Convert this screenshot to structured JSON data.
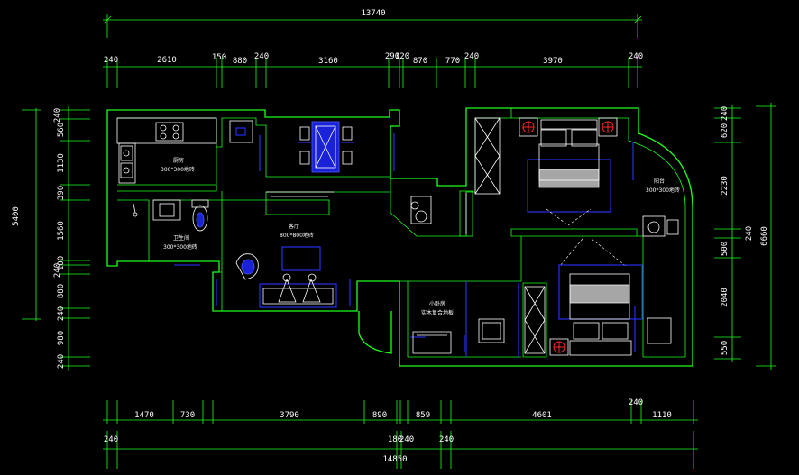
{
  "dimensions": {
    "top_total": "13740",
    "top_segments": [
      "240",
      "2610",
      "150",
      "880",
      "240",
      "3160",
      "290",
      "120",
      "870",
      "770",
      "240",
      "3970",
      "240"
    ],
    "bottom_segments": [
      "1470",
      "730",
      "3790",
      "890",
      "859",
      "4601",
      "1110"
    ],
    "bottom_extra_240": "240",
    "bottom_second_row": [
      "240",
      "180",
      "240",
      "240"
    ],
    "bottom_total": "14850",
    "left_total": "5400",
    "left_segments": [
      "240",
      "560",
      "1130",
      "390",
      "1560",
      "100",
      "240",
      "880",
      "240",
      "980",
      "240"
    ],
    "right_segments": [
      "240",
      "620",
      "2230",
      "240",
      "500",
      "2040",
      "550"
    ],
    "right_total": "6660"
  },
  "rooms": {
    "kitchen_name": "厨房",
    "kitchen_tile": "300*300地砖",
    "bathroom_name": "卫生间",
    "bathroom_tile": "300*300地砖",
    "living_name": "客厅",
    "living_tile": "800*800地砖",
    "balcony_name": "阳台",
    "balcony_tile": "300*300地砖",
    "study_name": "小卧房",
    "study_floor": "实木复合地板"
  }
}
